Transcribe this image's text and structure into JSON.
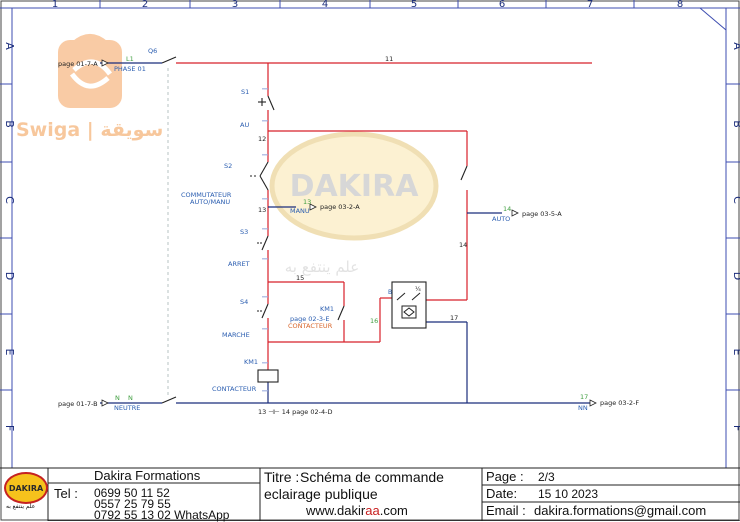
{
  "grid": {
    "col_labels": [
      "1",
      "2",
      "3",
      "4",
      "5",
      "6",
      "7",
      "8"
    ],
    "row_labels": [
      "A",
      "B",
      "C",
      "D",
      "E",
      "F"
    ]
  },
  "watermarks": {
    "swiga_brand": "Swiga | سويقة",
    "dakira_brand": "DAKIRA",
    "arabic_text": "علم ينتفع به"
  },
  "diagram": {
    "labels": {
      "q6": "Q6",
      "page_01_7_a": "page 01-7-A",
      "l1": "L1",
      "phase_01": "PHASE 01",
      "wire_11": "11",
      "s1": "S1",
      "au": "AU",
      "wire_12": "12",
      "s2": "S2",
      "commutateur_1": "COMMUTATEUR",
      "commutateur_2": "AUTO/MANU",
      "wire_13": "13",
      "manu_num": "13",
      "manu": "MANU",
      "page_03_2_a": "page 03-2-A",
      "auto_num": "14",
      "auto": "AUTO",
      "page_03_5_a": "page 03-5-A",
      "wire_14": "14",
      "s3": "S3",
      "arret": "ARRET",
      "wire_15": "15",
      "s4": "S4",
      "km1_contact": "KM1",
      "page_02_3_e": "page 02-3-E",
      "contacteur_label": "CONTACTEUR",
      "wire_16": "16",
      "marche": "MARCHE",
      "wire_17": "17",
      "km1_coil": "KM1",
      "contacteur_coil": "CONTACTEUR",
      "page_01_7_b": "page 01-7-B",
      "n1": "N",
      "n2": "N",
      "neutre": "NEUTRE",
      "nn_num": "17",
      "nn": "NN",
      "page_03_2_f": "page 03-2-F",
      "bottom_ref": "13 ⊣⊢ 14 page 02-4-D"
    }
  },
  "title_block": {
    "logo_text": "DAKIRA",
    "logo_subtext": "علم ينتفع به",
    "company": "Dakira Formations",
    "tel_label": "Tel :",
    "phones": [
      "0699 50 11 52",
      "0557 25 79 55",
      "0792 55 13 02 WhatsApp"
    ],
    "titre_label": "Titre :",
    "titre_line1": "Schéma de commande",
    "titre_line2": "eclairage publique",
    "website_pre": "www.dakir",
    "website_accent": "aa",
    "website_post": ".com",
    "page_label": "Page :",
    "page_value": "2/3",
    "date_label": "Date:",
    "date_value": "15 10 2023",
    "email_label": "Email :",
    "email_value": "dakira.formations@gmail.com"
  },
  "colors": {
    "phase_wire": "#d8202a",
    "neutral_wire": "#1b2d7c",
    "blue_text": "#2a5db0",
    "green_text": "#3f9e3f",
    "orange_text": "#d8652a",
    "grid_border": "#3d4db0"
  }
}
